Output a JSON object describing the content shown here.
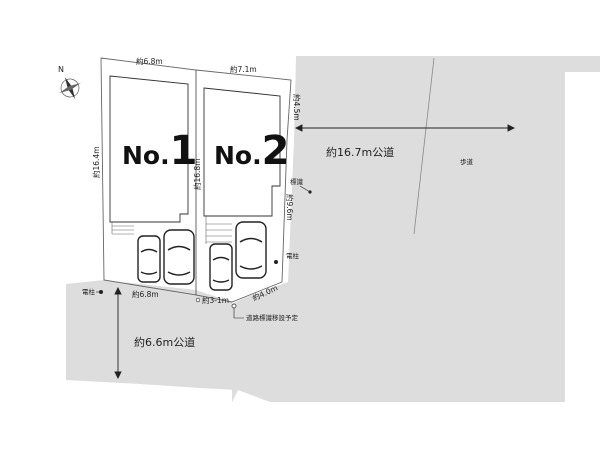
{
  "compass": {
    "north_label": "N",
    "icon": "compass-rose-icon"
  },
  "lots": [
    {
      "prefix": "No.",
      "number": "1"
    },
    {
      "prefix": "No.",
      "number": "2"
    }
  ],
  "dimensions": {
    "lot1_top": "約6.8m",
    "lot2_top": "約7.1m",
    "lot1_left": "約16.4m",
    "lot2_middle": "約16.8m",
    "lot2_right_upper": "約4.5m",
    "lot2_right_lower": "約9.6m",
    "lot1_bottom": "約6.8m",
    "lot2_bottom_mid": "約3-1m",
    "lot2_bottom_corner": "約4.0m"
  },
  "roads": {
    "east_road": "約16.7m公道",
    "south_road": "約6.6m公道",
    "sidewalk": "歩道"
  },
  "markers": {
    "pole_east": "電柱",
    "pole_west": "電柱",
    "sign": "標識",
    "sign_relocation": "道路標識移設予定"
  },
  "colors": {
    "road": "#dddddd",
    "lot_line": "#666666",
    "building_fill": "#ffffff",
    "building_outline": "#333333"
  }
}
